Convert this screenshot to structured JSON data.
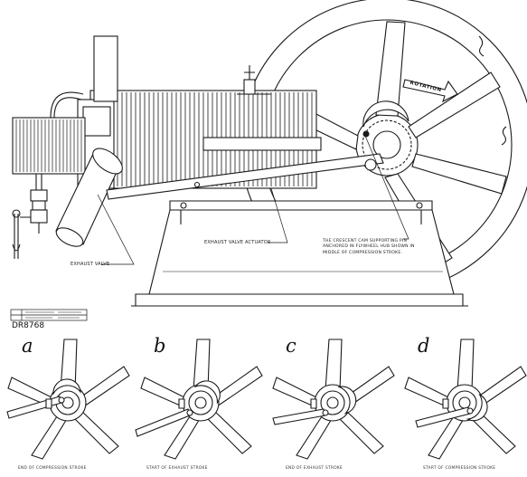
{
  "labels": {
    "rotation": "ROTATION",
    "exhaust_valve": "EXHAUST VALVE",
    "exhaust_valve_actuator": "EXHAUST VALVE ACTUATOR",
    "crescent_note": "THE CRESCENT CAM SUPPORTING PIN ANCHORED IN FLYWHEEL HUB SHOWN IN MIDDLE OF COMPRESSION STROKE.",
    "drawing_number": "DR8768"
  },
  "details": [
    {
      "letter": "a",
      "caption": "END OF COMPRESSION STROKE"
    },
    {
      "letter": "b",
      "caption": "START OF EXHAUST STROKE"
    },
    {
      "letter": "c",
      "caption": "END OF EXHAUST STROKE"
    },
    {
      "letter": "d",
      "caption": "START OF COMPRESSION STROKE"
    }
  ]
}
